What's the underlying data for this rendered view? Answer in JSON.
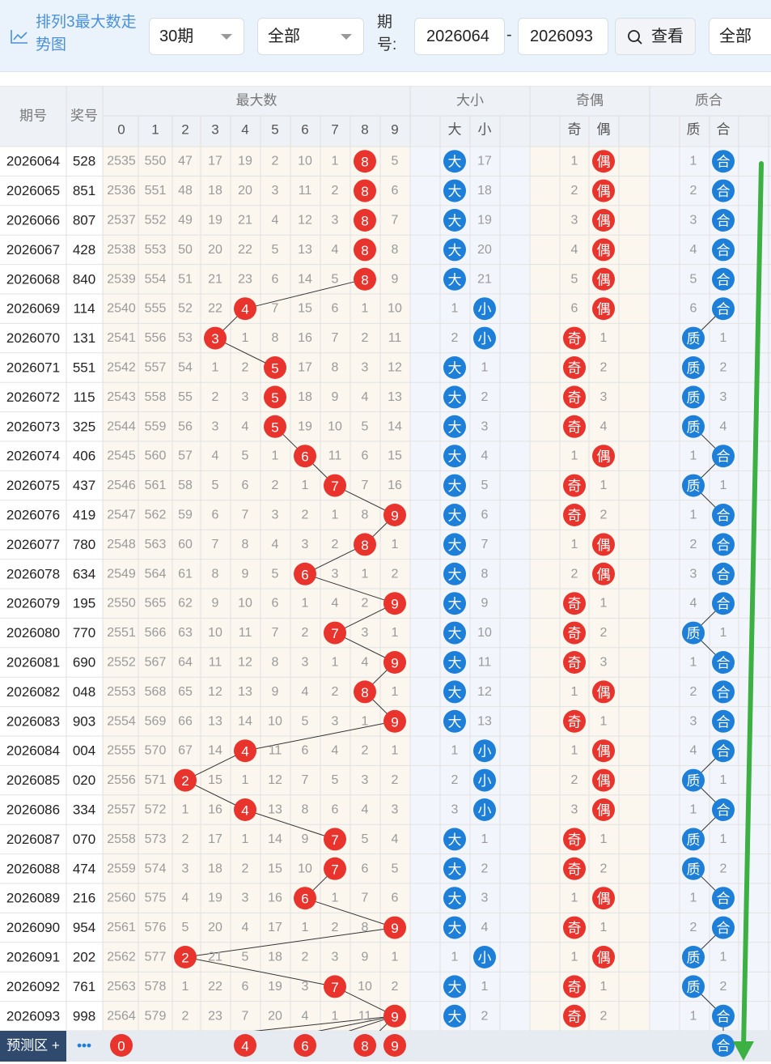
{
  "toolbar": {
    "title": "排列3最大数走势图",
    "period_select": "30期",
    "type_select": "全部",
    "range_label": "期号:",
    "range_start": "2026064",
    "range_dash": "-",
    "range_end": "2026093",
    "view_button": "查看",
    "filter_select": "全部"
  },
  "headers": {
    "period": "期号",
    "number": "奖号",
    "max_group": "最大数",
    "size_group": "大小",
    "oddeven_group": "奇偶",
    "prime_group": "质合",
    "digits": [
      "0",
      "1",
      "2",
      "3",
      "4",
      "5",
      "6",
      "7",
      "8",
      "9"
    ],
    "size_cols": [
      "大",
      "小"
    ],
    "oddeven_cols": [
      "奇",
      "偶"
    ],
    "prime_cols": [
      "质",
      "合"
    ]
  },
  "labels": {
    "big": "大",
    "small": "小",
    "odd": "奇",
    "even": "偶",
    "prime": "质",
    "composite": "合"
  },
  "colors": {
    "red_ball": "#e8342c",
    "blue_ball": "#1d7fd8",
    "header_bg": "#eef1f5",
    "row_bg": "#fbf7ef",
    "stripe_bg": "#f2f6fc",
    "line": "#333333",
    "arrow": "#3cb043"
  },
  "rows": [
    {
      "period": "2026064",
      "number": "528",
      "max": 8,
      "size": "大",
      "size_miss": 17,
      "oe": "偶",
      "oe_miss": 1,
      "pc": "合",
      "pc_miss": 1,
      "digits": [
        "2535",
        "550",
        "47",
        "17",
        "19",
        "2",
        "10",
        "1",
        "8",
        "5"
      ]
    },
    {
      "period": "2026065",
      "number": "851",
      "max": 8,
      "size": "大",
      "size_miss": 18,
      "oe": "偶",
      "oe_miss": 2,
      "pc": "合",
      "pc_miss": 2,
      "digits": [
        "2536",
        "551",
        "48",
        "18",
        "20",
        "3",
        "11",
        "2",
        "8",
        "6"
      ]
    },
    {
      "period": "2026066",
      "number": "807",
      "max": 8,
      "size": "大",
      "size_miss": 19,
      "oe": "偶",
      "oe_miss": 3,
      "pc": "合",
      "pc_miss": 3,
      "digits": [
        "2537",
        "552",
        "49",
        "19",
        "21",
        "4",
        "12",
        "3",
        "8",
        "7"
      ]
    },
    {
      "period": "2026067",
      "number": "428",
      "max": 8,
      "size": "大",
      "size_miss": 20,
      "oe": "偶",
      "oe_miss": 4,
      "pc": "合",
      "pc_miss": 4,
      "digits": [
        "2538",
        "553",
        "50",
        "20",
        "22",
        "5",
        "13",
        "4",
        "8",
        "8"
      ]
    },
    {
      "period": "2026068",
      "number": "840",
      "max": 8,
      "size": "大",
      "size_miss": 21,
      "oe": "偶",
      "oe_miss": 5,
      "pc": "合",
      "pc_miss": 5,
      "digits": [
        "2539",
        "554",
        "51",
        "21",
        "23",
        "6",
        "14",
        "5",
        "8",
        "9"
      ]
    },
    {
      "period": "2026069",
      "number": "114",
      "max": 4,
      "size": "小",
      "size_miss": 1,
      "oe": "偶",
      "oe_miss": 6,
      "pc": "合",
      "pc_miss": 6,
      "digits": [
        "2540",
        "555",
        "52",
        "22",
        "4",
        "7",
        "15",
        "6",
        "1",
        "10"
      ]
    },
    {
      "period": "2026070",
      "number": "131",
      "max": 3,
      "size": "小",
      "size_miss": 2,
      "oe": "奇",
      "oe_miss": 1,
      "pc": "质",
      "pc_miss": 1,
      "digits": [
        "2541",
        "556",
        "53",
        "3",
        "1",
        "8",
        "16",
        "7",
        "2",
        "11"
      ]
    },
    {
      "period": "2026071",
      "number": "551",
      "max": 5,
      "size": "大",
      "size_miss": 1,
      "oe": "奇",
      "oe_miss": 2,
      "pc": "质",
      "pc_miss": 2,
      "digits": [
        "2542",
        "557",
        "54",
        "1",
        "2",
        "5",
        "17",
        "8",
        "3",
        "12"
      ]
    },
    {
      "period": "2026072",
      "number": "115",
      "max": 5,
      "size": "大",
      "size_miss": 2,
      "oe": "奇",
      "oe_miss": 3,
      "pc": "质",
      "pc_miss": 3,
      "digits": [
        "2543",
        "558",
        "55",
        "2",
        "3",
        "5",
        "18",
        "9",
        "4",
        "13"
      ]
    },
    {
      "period": "2026073",
      "number": "325",
      "max": 5,
      "size": "大",
      "size_miss": 3,
      "oe": "奇",
      "oe_miss": 4,
      "pc": "质",
      "pc_miss": 4,
      "digits": [
        "2544",
        "559",
        "56",
        "3",
        "4",
        "5",
        "19",
        "10",
        "5",
        "14"
      ]
    },
    {
      "period": "2026074",
      "number": "406",
      "max": 6,
      "size": "大",
      "size_miss": 4,
      "oe": "偶",
      "oe_miss": 1,
      "pc": "合",
      "pc_miss": 1,
      "digits": [
        "2545",
        "560",
        "57",
        "4",
        "5",
        "1",
        "6",
        "11",
        "6",
        "15"
      ]
    },
    {
      "period": "2026075",
      "number": "437",
      "max": 7,
      "size": "大",
      "size_miss": 5,
      "oe": "奇",
      "oe_miss": 1,
      "pc": "质",
      "pc_miss": 1,
      "digits": [
        "2546",
        "561",
        "58",
        "5",
        "6",
        "2",
        "1",
        "7",
        "7",
        "16"
      ]
    },
    {
      "period": "2026076",
      "number": "419",
      "max": 9,
      "size": "大",
      "size_miss": 6,
      "oe": "奇",
      "oe_miss": 2,
      "pc": "合",
      "pc_miss": 1,
      "digits": [
        "2547",
        "562",
        "59",
        "6",
        "7",
        "3",
        "2",
        "1",
        "8",
        "9"
      ]
    },
    {
      "period": "2026077",
      "number": "780",
      "max": 8,
      "size": "大",
      "size_miss": 7,
      "oe": "偶",
      "oe_miss": 1,
      "pc": "合",
      "pc_miss": 2,
      "digits": [
        "2548",
        "563",
        "60",
        "7",
        "8",
        "4",
        "3",
        "2",
        "8",
        "1"
      ]
    },
    {
      "period": "2026078",
      "number": "634",
      "max": 6,
      "size": "大",
      "size_miss": 8,
      "oe": "偶",
      "oe_miss": 2,
      "pc": "合",
      "pc_miss": 3,
      "digits": [
        "2549",
        "564",
        "61",
        "8",
        "9",
        "5",
        "6",
        "3",
        "1",
        "2"
      ]
    },
    {
      "period": "2026079",
      "number": "195",
      "max": 9,
      "size": "大",
      "size_miss": 9,
      "oe": "奇",
      "oe_miss": 1,
      "pc": "合",
      "pc_miss": 4,
      "digits": [
        "2550",
        "565",
        "62",
        "9",
        "10",
        "6",
        "1",
        "4",
        "2",
        "9"
      ]
    },
    {
      "period": "2026080",
      "number": "770",
      "max": 7,
      "size": "大",
      "size_miss": 10,
      "oe": "奇",
      "oe_miss": 2,
      "pc": "质",
      "pc_miss": 1,
      "digits": [
        "2551",
        "566",
        "63",
        "10",
        "11",
        "7",
        "2",
        "7",
        "3",
        "1"
      ]
    },
    {
      "period": "2026081",
      "number": "690",
      "max": 9,
      "size": "大",
      "size_miss": 11,
      "oe": "奇",
      "oe_miss": 3,
      "pc": "合",
      "pc_miss": 1,
      "digits": [
        "2552",
        "567",
        "64",
        "11",
        "12",
        "8",
        "3",
        "1",
        "4",
        "9"
      ]
    },
    {
      "period": "2026082",
      "number": "048",
      "max": 8,
      "size": "大",
      "size_miss": 12,
      "oe": "偶",
      "oe_miss": 1,
      "pc": "合",
      "pc_miss": 2,
      "digits": [
        "2553",
        "568",
        "65",
        "12",
        "13",
        "9",
        "4",
        "2",
        "8",
        "1"
      ]
    },
    {
      "period": "2026083",
      "number": "903",
      "max": 9,
      "size": "大",
      "size_miss": 13,
      "oe": "奇",
      "oe_miss": 1,
      "pc": "合",
      "pc_miss": 3,
      "digits": [
        "2554",
        "569",
        "66",
        "13",
        "14",
        "10",
        "5",
        "3",
        "1",
        "9"
      ]
    },
    {
      "period": "2026084",
      "number": "004",
      "max": 4,
      "size": "小",
      "size_miss": 1,
      "oe": "偶",
      "oe_miss": 1,
      "pc": "合",
      "pc_miss": 4,
      "digits": [
        "2555",
        "570",
        "67",
        "14",
        "4",
        "11",
        "6",
        "4",
        "2",
        "1"
      ]
    },
    {
      "period": "2026085",
      "number": "020",
      "max": 2,
      "size": "小",
      "size_miss": 2,
      "oe": "偶",
      "oe_miss": 2,
      "pc": "质",
      "pc_miss": 1,
      "digits": [
        "2556",
        "571",
        "2",
        "15",
        "1",
        "12",
        "7",
        "5",
        "3",
        "2"
      ]
    },
    {
      "period": "2026086",
      "number": "334",
      "max": 4,
      "size": "小",
      "size_miss": 3,
      "oe": "偶",
      "oe_miss": 3,
      "pc": "合",
      "pc_miss": 1,
      "digits": [
        "2557",
        "572",
        "1",
        "16",
        "4",
        "13",
        "8",
        "6",
        "4",
        "3"
      ]
    },
    {
      "period": "2026087",
      "number": "070",
      "max": 7,
      "size": "大",
      "size_miss": 1,
      "oe": "奇",
      "oe_miss": 1,
      "pc": "质",
      "pc_miss": 1,
      "digits": [
        "2558",
        "573",
        "2",
        "17",
        "1",
        "14",
        "9",
        "7",
        "5",
        "4"
      ]
    },
    {
      "period": "2026088",
      "number": "474",
      "max": 7,
      "size": "大",
      "size_miss": 2,
      "oe": "奇",
      "oe_miss": 2,
      "pc": "质",
      "pc_miss": 2,
      "digits": [
        "2559",
        "574",
        "3",
        "18",
        "2",
        "15",
        "10",
        "7",
        "6",
        "5"
      ]
    },
    {
      "period": "2026089",
      "number": "216",
      "max": 6,
      "size": "大",
      "size_miss": 3,
      "oe": "偶",
      "oe_miss": 1,
      "pc": "合",
      "pc_miss": 1,
      "digits": [
        "2560",
        "575",
        "4",
        "19",
        "3",
        "16",
        "6",
        "1",
        "7",
        "6"
      ]
    },
    {
      "period": "2026090",
      "number": "954",
      "max": 9,
      "size": "大",
      "size_miss": 4,
      "oe": "奇",
      "oe_miss": 1,
      "pc": "合",
      "pc_miss": 2,
      "digits": [
        "2561",
        "576",
        "5",
        "20",
        "4",
        "17",
        "1",
        "2",
        "8",
        "9"
      ]
    },
    {
      "period": "2026091",
      "number": "202",
      "max": 2,
      "size": "小",
      "size_miss": 1,
      "oe": "偶",
      "oe_miss": 1,
      "pc": "质",
      "pc_miss": 1,
      "digits": [
        "2562",
        "577",
        "2",
        "21",
        "5",
        "18",
        "2",
        "3",
        "9",
        "1"
      ]
    },
    {
      "period": "2026092",
      "number": "761",
      "max": 7,
      "size": "大",
      "size_miss": 1,
      "oe": "奇",
      "oe_miss": 1,
      "pc": "质",
      "pc_miss": 2,
      "digits": [
        "2563",
        "578",
        "1",
        "22",
        "6",
        "19",
        "3",
        "7",
        "10",
        "2"
      ]
    },
    {
      "period": "2026093",
      "number": "998",
      "max": 9,
      "size": "大",
      "size_miss": 2,
      "oe": "奇",
      "oe_miss": 2,
      "pc": "合",
      "pc_miss": 1,
      "digits": [
        "2564",
        "579",
        "2",
        "23",
        "7",
        "20",
        "4",
        "1",
        "11",
        "9"
      ]
    }
  ],
  "prediction": {
    "label": "预测区 +",
    "more": "•••",
    "balls": [
      "0",
      "4",
      "6",
      "8",
      "9"
    ],
    "composite": "合"
  }
}
